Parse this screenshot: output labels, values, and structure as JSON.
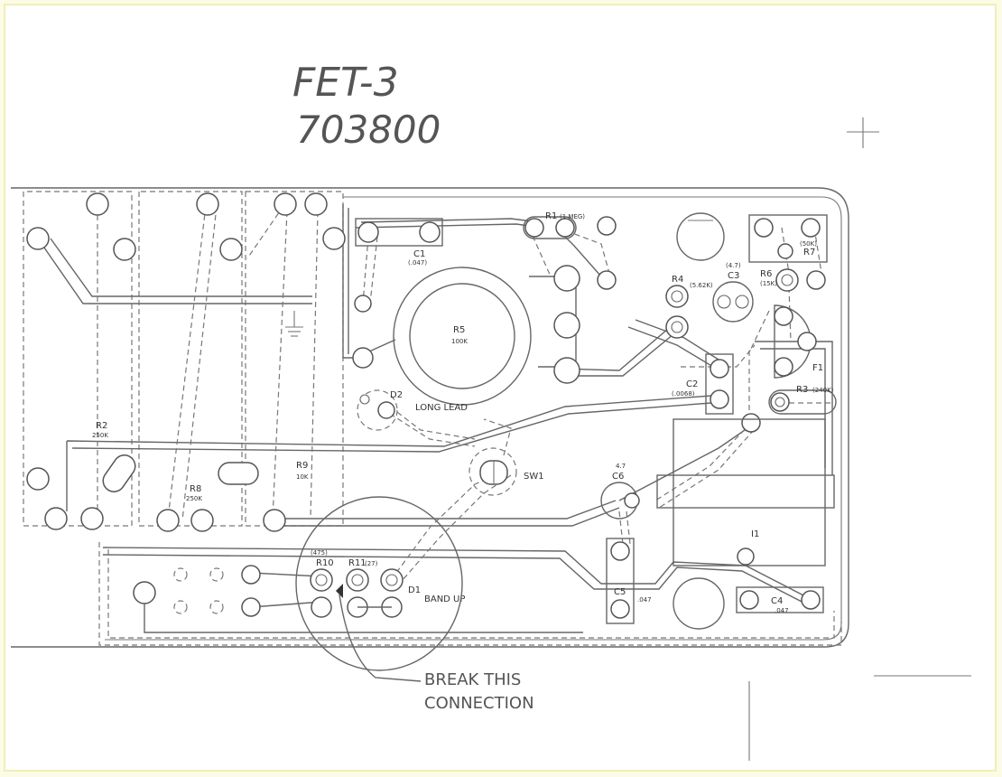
{
  "header": {
    "title": "FET-3",
    "number": "703800"
  },
  "components": {
    "R1": {
      "ref": "R1",
      "value": "(1 MEG)"
    },
    "C1": {
      "ref": "C1",
      "value": "(.047)"
    },
    "R5": {
      "ref": "R5",
      "value": "100K"
    },
    "R4": {
      "ref": "R4",
      "value": "(5.62K)"
    },
    "C3": {
      "ref": "C3",
      "value": "(4.7)"
    },
    "R6": {
      "ref": "R6",
      "value": "(15K)"
    },
    "R7": {
      "ref": "R7",
      "value": "(50K)"
    },
    "C2": {
      "ref": "C2",
      "value": "(.0068)"
    },
    "F1": {
      "ref": "F1"
    },
    "R3": {
      "ref": "R3",
      "value": "(240K)"
    },
    "D2": {
      "ref": "D2",
      "note": "LONG LEAD"
    },
    "R2": {
      "ref": "R2",
      "value": "250K"
    },
    "R8": {
      "ref": "R8",
      "value": "250K"
    },
    "R9": {
      "ref": "R9",
      "value": "10K"
    },
    "SW1": {
      "ref": "SW1"
    },
    "C6": {
      "ref": "C6",
      "value": "4.7"
    },
    "I1": {
      "ref": "I1"
    },
    "R10": {
      "ref": "R10",
      "value": "(475)"
    },
    "R11": {
      "ref": "R11",
      "value": "(27)"
    },
    "D1": {
      "ref": "D1",
      "note": "BAND UP"
    },
    "C5": {
      "ref": "C5",
      "value": ".047"
    },
    "C4": {
      "ref": "C4",
      "value": ".047"
    }
  },
  "annotation": {
    "line1": "BREAK THIS",
    "line2": "CONNECTION"
  }
}
